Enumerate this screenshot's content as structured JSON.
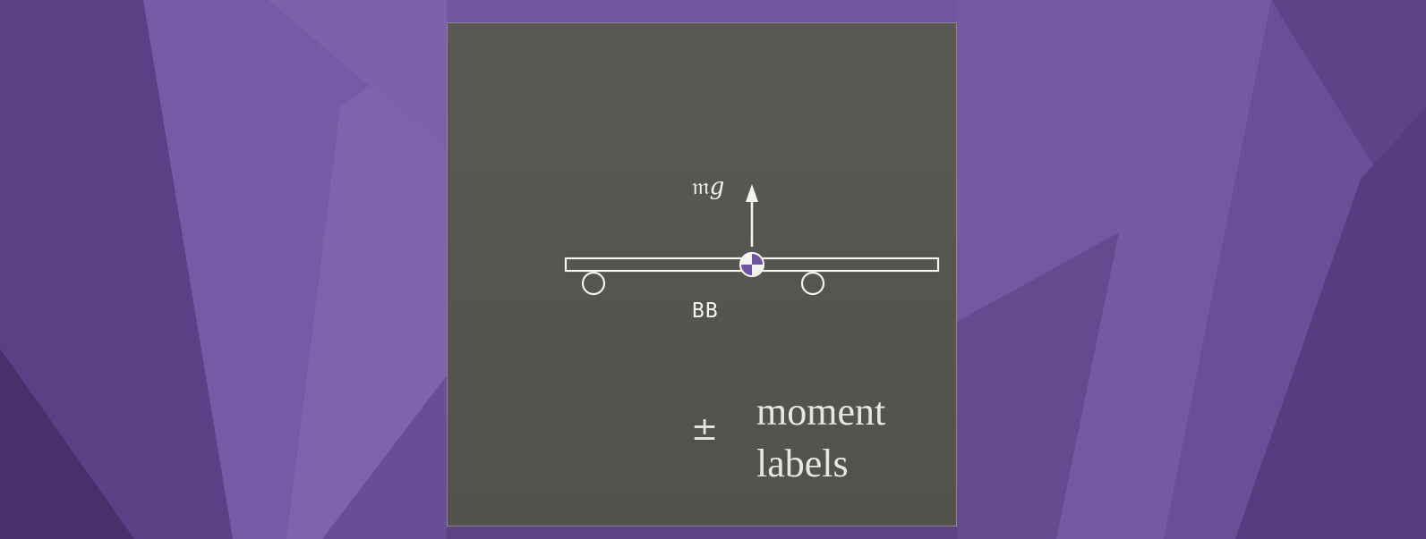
{
  "diagram": {
    "force_label": {
      "main": "𝔪",
      "sub": "g"
    },
    "body_label": "BB",
    "legend": {
      "symbol": "±",
      "line1": "moment",
      "line2": "labels"
    }
  },
  "colors": {
    "background": "#6b4f96",
    "panel": "#575651",
    "stroke": "#f4f3ef",
    "accent": "#6f55a0"
  }
}
